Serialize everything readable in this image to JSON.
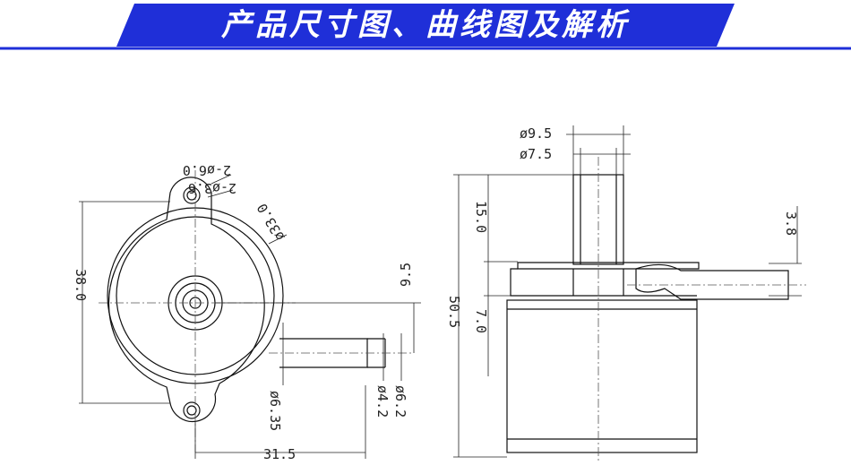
{
  "header": {
    "title": "产品尺寸图、曲线图及解析",
    "band_color": "#1f2fd8"
  },
  "front_view": {
    "labels": {
      "mount_holes_outer": "2-ø6.0",
      "mount_holes_inner": "2-ø3.6",
      "body_diameter": "ø33.0",
      "height": "38.0",
      "outlet_offset": "9.5",
      "outlet_outer_left": "ø6.35",
      "outlet_outer_right": "ø6.2",
      "outlet_inner_right": "ø4.2",
      "width": "31.5"
    }
  },
  "side_view": {
    "labels": {
      "inlet_outer": "ø9.5",
      "inlet_inner": "ø7.5",
      "inlet_length": "15.0",
      "total_height": "50.5",
      "flange_height": "7.0",
      "outlet_dia": "3.8"
    }
  }
}
